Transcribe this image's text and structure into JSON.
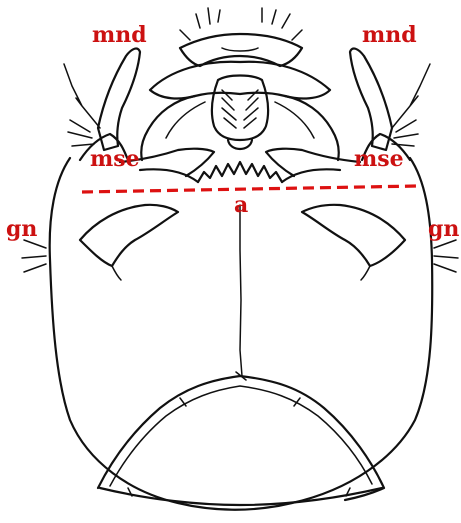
{
  "labels": {
    "mnd_left": "mnd",
    "mnd_right": "mnd",
    "mse_left": "mse",
    "mse_right": "mse",
    "gn_left": "gn",
    "gn_right": "gn",
    "a": "a"
  },
  "colors": {
    "label": "#cc1111",
    "dashed_line": "#dd1111",
    "outline": "#111111",
    "background": "#ffffff"
  }
}
